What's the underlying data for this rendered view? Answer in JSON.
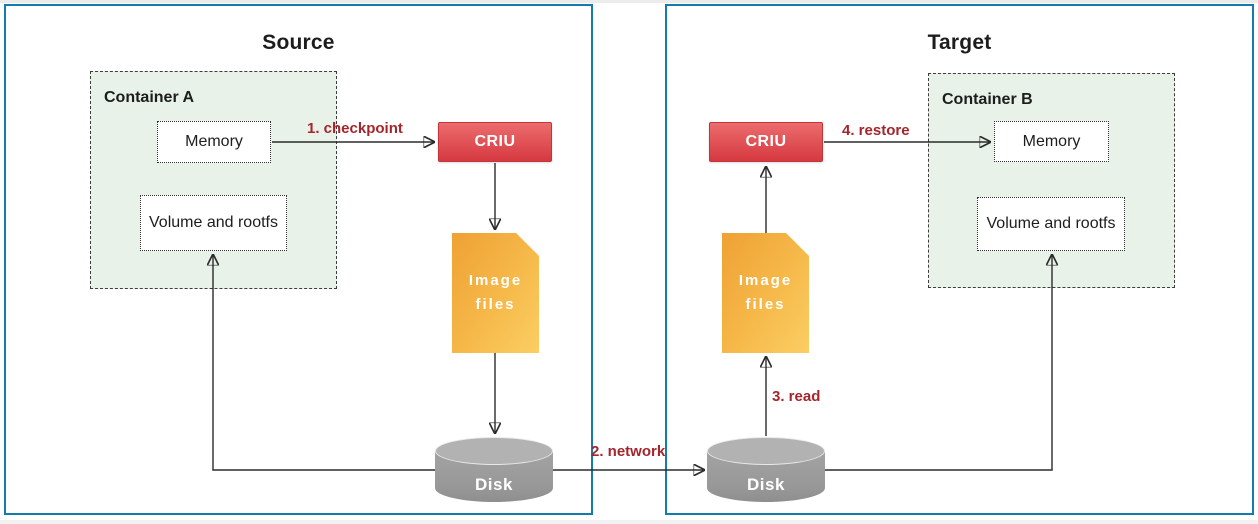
{
  "diagram": {
    "type": "flow-diagram",
    "subject": "Container live migration with CRIU checkpoint/restore"
  },
  "colors": {
    "panel_border": "#127CAD",
    "container_fill": "#E9F2E9",
    "criu_red_top": "#EC6C6D",
    "criu_red_bottom": "#D53940",
    "docfile_orange": "#EFA134",
    "docfile_yellow": "#FBCE63",
    "disk_gray": "#9c9c9c",
    "flow_label_red": "#A4262C",
    "line_color": "#2b2b2b"
  },
  "panels": {
    "source": {
      "title": "Source",
      "container_label": "Container A",
      "memory_label": "Memory",
      "volume_label": "Volume and rootfs",
      "criu_label": "CRIU",
      "image_files_line1": "Image",
      "image_files_line2": "files",
      "disk_label": "Disk"
    },
    "target": {
      "title": "Target",
      "container_label": "Container B",
      "memory_label": "Memory",
      "volume_label": "Volume and rootfs",
      "criu_label": "CRIU",
      "image_files_line1": "Image",
      "image_files_line2": "files",
      "disk_label": "Disk"
    }
  },
  "flow_labels": {
    "step1": "1. checkpoint",
    "step2": "2. network",
    "step3": "3. read",
    "step4": "4. restore"
  }
}
